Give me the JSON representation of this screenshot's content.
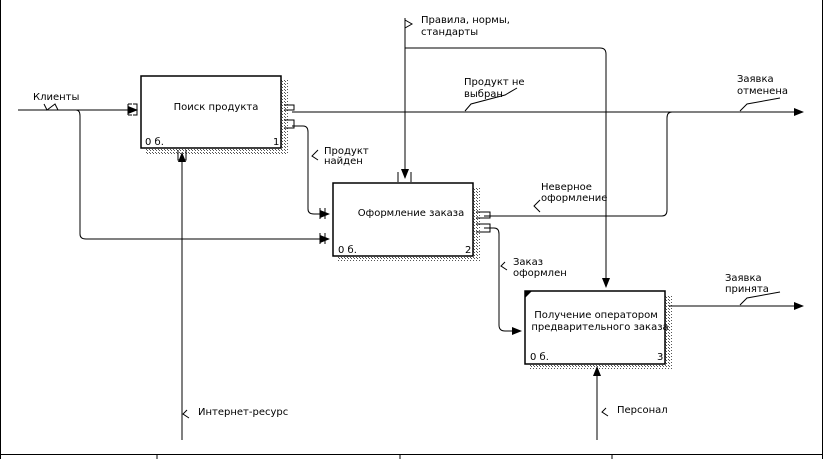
{
  "boxes": [
    {
      "id": "box1",
      "title": [
        "Поиск продукта"
      ],
      "cost": "0 б.",
      "number": "1"
    },
    {
      "id": "box2",
      "title": [
        "Оформление заказа"
      ],
      "cost": "0 б.",
      "number": "2"
    },
    {
      "id": "box3",
      "title": [
        "Получение оператором",
        "предварительного заказа"
      ],
      "cost": "0 б.",
      "number": "3"
    }
  ],
  "arrows": {
    "clients": [
      "Клиенты"
    ],
    "rules": [
      "Правила, нормы,",
      "стандарты"
    ],
    "not_chosen": [
      "Продукт не",
      "выбран"
    ],
    "cancelled": [
      "Заявка",
      "отменена"
    ],
    "found": [
      "Продукт",
      "найден"
    ],
    "wrong": [
      "Неверное",
      "оформление"
    ],
    "placed": [
      "Заказ",
      "оформлен"
    ],
    "accepted": [
      "Заявка",
      "принята"
    ],
    "internet": [
      "Интернет-ресурс"
    ],
    "staff": [
      "Персонал"
    ]
  }
}
